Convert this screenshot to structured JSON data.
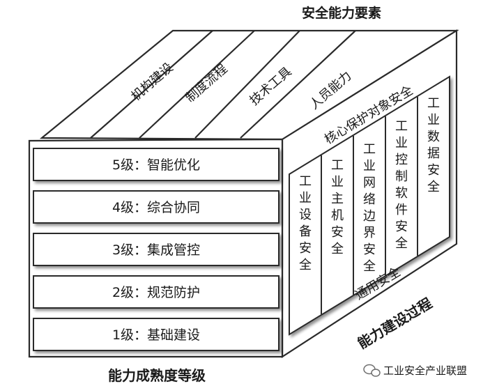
{
  "top_title": "安全能力要素",
  "top_stripes": [
    "机构建设",
    "制度流程",
    "技术工具",
    "人员能力"
  ],
  "levels": [
    "5级：智能优化",
    "4级：综合协同",
    "3级：集成管控",
    "2级：规范防护",
    "1级：基础建设"
  ],
  "front_title": "能力成熟度等级",
  "right_header": "核心保护对象安全",
  "right_columns": [
    "工业设备安全",
    "工业主机安全",
    "工业网络边界安全",
    "工业控制软件安全",
    "工业数据安全"
  ],
  "right_footer": "通用安全",
  "right_title": "能力建设过程",
  "watermark": "工业安全产业联盟",
  "watermark_icon": "wechat-icon"
}
